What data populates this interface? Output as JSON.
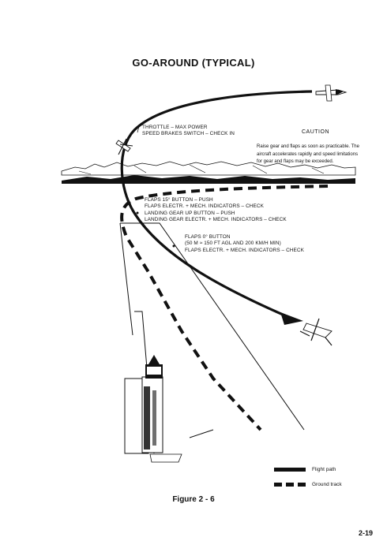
{
  "title": "GO-AROUND (TYPICAL)",
  "steps": {
    "s1": [
      "THROTTLE – MAX POWER",
      "SPEED BRAKES SWITCH – CHECK IN"
    ],
    "s2": [
      "FLAPS 15° BUTTON – PUSH",
      "FLAPS ELECTR. + MECH. INDICATORS – CHECK",
      "LANDING GEAR UP BUTTON – PUSH",
      "LANDING GEAR ELECTR. + MECH. INDICATORS – CHECK"
    ],
    "s3": [
      "FLAPS 0° BUTTON",
      "(50 m ≈ 150 ft AGL AND 200 km/h MIN)",
      "FLAPS ELECTR. + MECH. INDICATORS – CHECK"
    ]
  },
  "caution": {
    "heading": "CAUTION",
    "lines": [
      "Raise gear and flaps as soon as practicable. The",
      "aircraft accelerates rapidly and speed limitations",
      "for gear and flaps may be exceeded."
    ]
  },
  "legend": {
    "flight_path": "Flight path",
    "ground_track": "Ground track"
  },
  "caption": "Figure 2 - 6",
  "page_number": "2-19",
  "colors": {
    "ink": "#111111",
    "paper": "#ffffff"
  }
}
